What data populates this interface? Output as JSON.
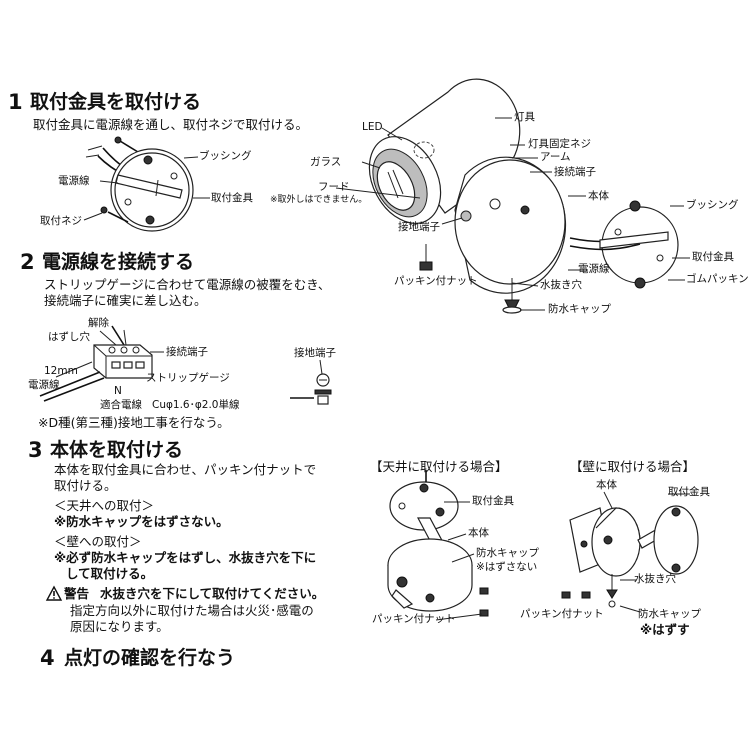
{
  "step1": {
    "number": "1",
    "title": "取付金具を取付ける",
    "body": "取付金具に電源線を通し、取付ネジで取付ける。",
    "labels": {
      "bushing": "ブッシング",
      "power_wire": "電源線",
      "bracket": "取付金具",
      "screw": "取付ネジ"
    }
  },
  "exploded": {
    "labels": {
      "lamp": "灯具",
      "led": "LED",
      "fixing_screw": "灯具固定ネジ",
      "arm": "アーム",
      "glass": "ガラス",
      "terminal": "接続端子",
      "hood": "フード",
      "hood_note": "※取外しはできません。",
      "body": "本体",
      "ground_terminal": "接地端子",
      "bushing": "ブッシング",
      "bracket": "取付金具",
      "power_wire": "電源線",
      "rubber_packing": "ゴムパッキン",
      "packing_nut": "パッキン付ナット",
      "drain_hole": "水抜き穴",
      "waterproof_cap": "防水キャップ"
    }
  },
  "step2": {
    "number": "2",
    "title": "電源線を接続する",
    "body_line1": "ストリップゲージに合わせて電源線の被覆をむき、",
    "body_line2": "接続端子に確実に差し込む。",
    "labels": {
      "release": "解除",
      "release_hole": "はずし穴",
      "terminal": "接続端子",
      "length": "12mm",
      "power_wire": "電源線",
      "strip_gauge": "ストリップゲージ",
      "n_mark": "N",
      "wire_spec_label": "適合電線",
      "wire_spec": "Cuφ1.6･φ2.0単線",
      "ground_terminal": "接地端子"
    },
    "note": "※D種(第三種)接地工事を行なう。"
  },
  "step3": {
    "number": "3",
    "title": "本体を取付ける",
    "body_line1": "本体を取付金具に合わせ、パッキン付ナットで",
    "body_line2": "取付ける。",
    "ceiling_heading": "＜天井への取付＞",
    "ceiling_note": "※防水キャップをはずさない。",
    "wall_heading": "＜壁への取付＞",
    "wall_note_line1": "※必ず防水キャップをはずし、水抜き穴を下に",
    "wall_note_line2": "して取付ける。",
    "warning_icon": "warning-triangle-icon",
    "warning_label": "警告",
    "warning_text": "水抜き穴を下にして取付けてください。",
    "warning_body_line1": "指定方向以外に取付けた場合は火災･感電の",
    "warning_body_line2": "原因になります。",
    "ceiling_fig": {
      "heading": "【天井に取付ける場合】",
      "bracket": "取付金具",
      "body": "本体",
      "cap": "防水キャップ",
      "cap_note": "※はずさない",
      "nut": "パッキン付ナット"
    },
    "wall_fig": {
      "heading": "【壁に取付ける場合】",
      "body": "本体",
      "bracket": "取付金具",
      "drain": "水抜き穴",
      "nut": "パッキン付ナット",
      "cap": "防水キャップ",
      "cap_note": "※はずす"
    }
  },
  "step4": {
    "number": "4",
    "title": "点灯の確認を行なう"
  }
}
